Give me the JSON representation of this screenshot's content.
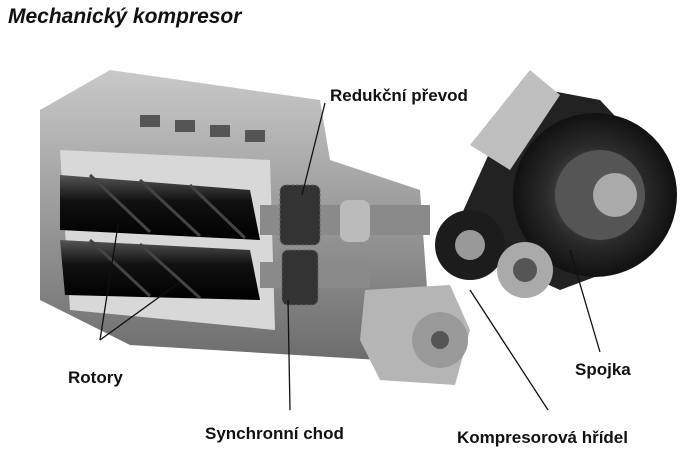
{
  "title": "Mechanický kompresor",
  "labels": {
    "reduction_gear": "Redukční převod",
    "rotors": "Rotory",
    "synchronization": "Synchronní chod",
    "clutch": "Spojka",
    "compressor_shaft": "Kompresorová hřídel"
  }
}
